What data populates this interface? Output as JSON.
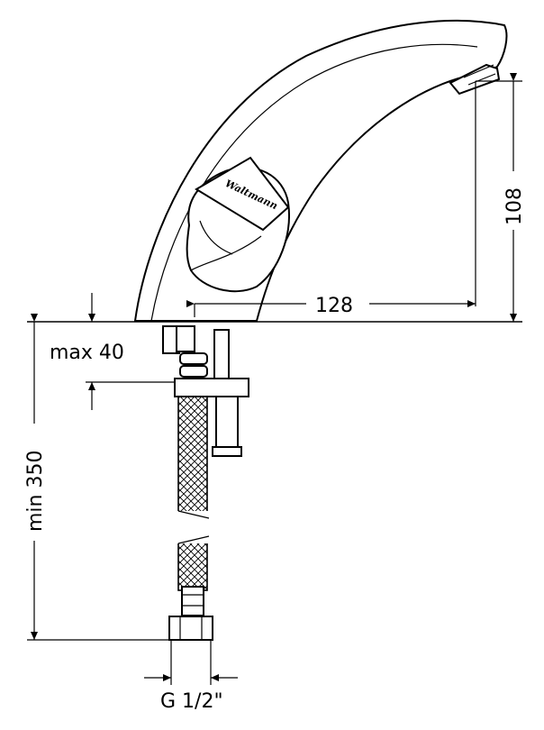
{
  "dimensions": {
    "width_label": "128",
    "height_label": "108",
    "max_label": "max 40",
    "min_label": "min 350",
    "thread_label": "G 1/2\""
  },
  "brand": {
    "mark": "Waltmann"
  }
}
